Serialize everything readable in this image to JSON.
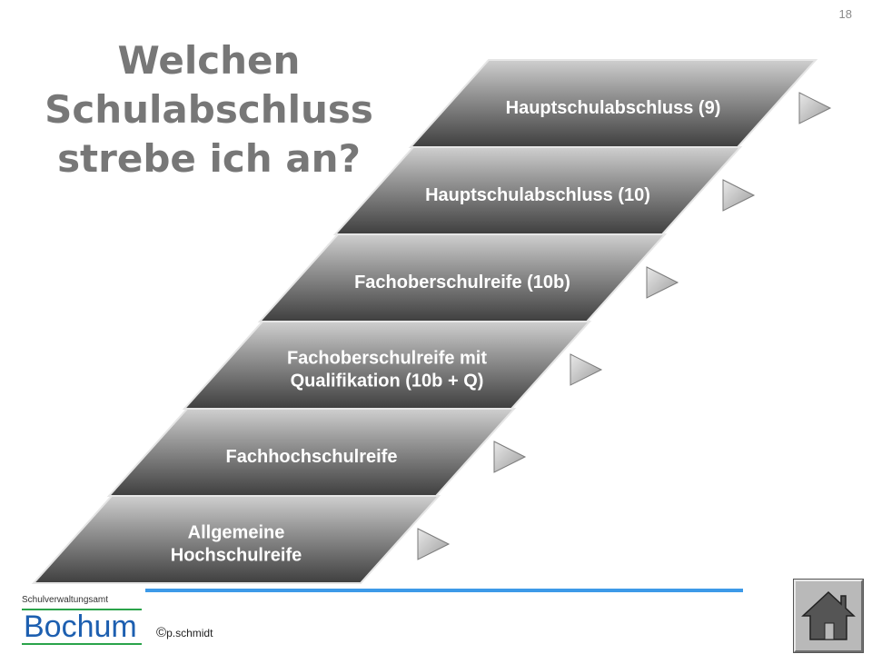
{
  "slide": {
    "number": "18",
    "title_lines": [
      "Welchen",
      "Schulabschluss",
      "strebe ich an?"
    ]
  },
  "degrees": [
    {
      "label_lines": [
        "Hauptschulabschluss (9)"
      ]
    },
    {
      "label_lines": [
        "Hauptschulabschluss (10)"
      ]
    },
    {
      "label_lines": [
        "Fachoberschulreife (10b)"
      ]
    },
    {
      "label_lines": [
        "Fachoberschulreife mit",
        "Qualifikation (10b + Q)"
      ]
    },
    {
      "label_lines": [
        "Fachhochschulreife"
      ]
    },
    {
      "label_lines": [
        "Allgemeine",
        "Hochschulreife"
      ]
    }
  ],
  "icons": {
    "play": "play-triangle-icon",
    "home": "house-icon"
  },
  "colors": {
    "band_light": "#c9c9c9",
    "band_dark": "#4a4a4a",
    "title": "#777777",
    "footer_line": "#3d9ae8",
    "logo_blue": "#1d5fb0",
    "logo_green": "#2aa34a"
  },
  "footer": {
    "org": "Schulverwaltungsamt",
    "logo": "Bochum",
    "copyright_symbol": "©",
    "copyright_name": "p.schmidt"
  }
}
